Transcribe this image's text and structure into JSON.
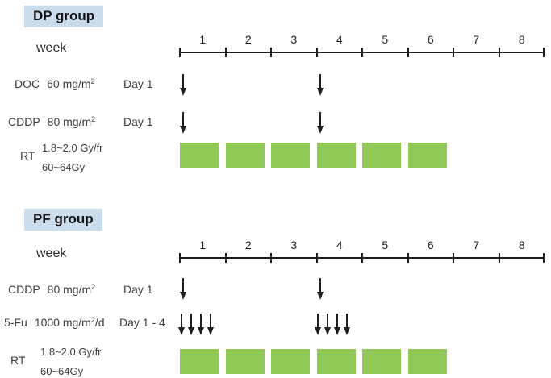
{
  "colors": {
    "group_label_bg": "#cbdcec",
    "rt_block": "#90c956",
    "ink": "#1f1f1f",
    "text": "#3c3c3c"
  },
  "timeline": {
    "label": "week",
    "weeks": [
      "1",
      "2",
      "3",
      "4",
      "5",
      "6",
      "7",
      "8"
    ]
  },
  "dp_group": {
    "title": "DP group",
    "doc": {
      "drug": "DOC",
      "dose": "60 mg/m",
      "dose_sup": "2",
      "dose_tail": "",
      "schedule": "Day 1"
    },
    "cddp": {
      "drug": "CDDP",
      "dose": "80 mg/m",
      "dose_sup": "2",
      "dose_tail": "",
      "schedule": "Day 1"
    },
    "rt": {
      "label": "RT",
      "dose_per_fraction": "1.8~2.0 Gy/fr",
      "total_dose": "60~64Gy"
    }
  },
  "pf_group": {
    "title": "PF group",
    "cddp": {
      "drug": "CDDP",
      "dose": "80 mg/m",
      "dose_sup": "2",
      "dose_tail": "",
      "schedule": "Day 1"
    },
    "fu": {
      "drug": "5-Fu",
      "dose": "1000 mg/m",
      "dose_sup": "2",
      "dose_tail": "/d",
      "schedule": "Day 1 - 4"
    },
    "rt": {
      "label": "RT",
      "dose_per_fraction": "1.8~2.0 Gy/fr",
      "total_dose": "60~64Gy"
    }
  }
}
